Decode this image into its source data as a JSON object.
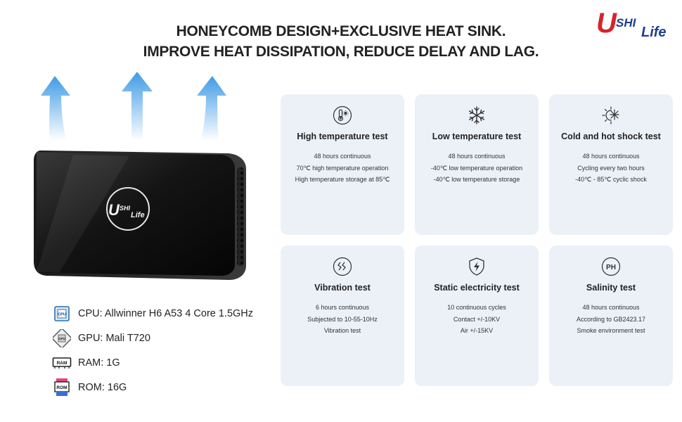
{
  "headline": {
    "line1": "HONEYCOMB DESIGN+EXCLUSIVE HEAT SINK.",
    "line2": "IMPROVE HEAT DISSIPATION, REDUCE DELAY AND LAG."
  },
  "brand": {
    "logo_letter": "U",
    "logo_sh": "SHI",
    "logo_life": "Life",
    "device_logo_u": "U",
    "device_logo_rest": "SHI",
    "device_logo_life": "Life"
  },
  "colors": {
    "brand_red": "#d8232a",
    "brand_blue": "#1d3f8f",
    "card_bg": "#ecf0f7",
    "arrow_blue": "#3f9be6"
  },
  "specs": [
    {
      "icon": "cpu-icon",
      "icon_text": "CPU",
      "text": "CPU: Allwinner H6 A53 4 Core 1.5GHz"
    },
    {
      "icon": "gpu-icon",
      "icon_text": "GPU",
      "text": "GPU: Mali T720"
    },
    {
      "icon": "ram-icon",
      "icon_text": "RAM",
      "text": "RAM: 1G"
    },
    {
      "icon": "rom-icon",
      "icon_text": "ROM",
      "text": "ROM: 16G"
    }
  ],
  "tests": [
    {
      "icon": "thermometer-sun-icon",
      "title": "High temperature test",
      "lines": [
        "48 hours continuous",
        "70℃ high temperature operation",
        "High temperature storage at 85℃"
      ]
    },
    {
      "icon": "snowflake-icon",
      "title": "Low temperature test",
      "lines": [
        "48 hours continuous",
        "-40℃ low temperature operation",
        "-40℃ low temperature storage"
      ]
    },
    {
      "icon": "sun-snow-icon",
      "title": "Cold and hot shock test",
      "lines": [
        "48 hours continuous",
        "Cycling every two hours",
        "-40℃ - 85℃ cyclic shock"
      ]
    },
    {
      "icon": "vibration-icon",
      "title": "Vibration test",
      "lines": [
        "6 hours continuous",
        "Subjected to 10-55-10Hz",
        "Vibration test"
      ]
    },
    {
      "icon": "lightning-shield-icon",
      "title": "Static electricity test",
      "lines": [
        "10 continuous cycles",
        "Contact +/-10KV",
        "Air +/-15KV"
      ]
    },
    {
      "icon": "ph-icon",
      "icon_text": "PH",
      "title": "Salinity test",
      "lines": [
        "48 hours continuous",
        "According to GB2423.17",
        "Smoke environment test"
      ]
    }
  ]
}
